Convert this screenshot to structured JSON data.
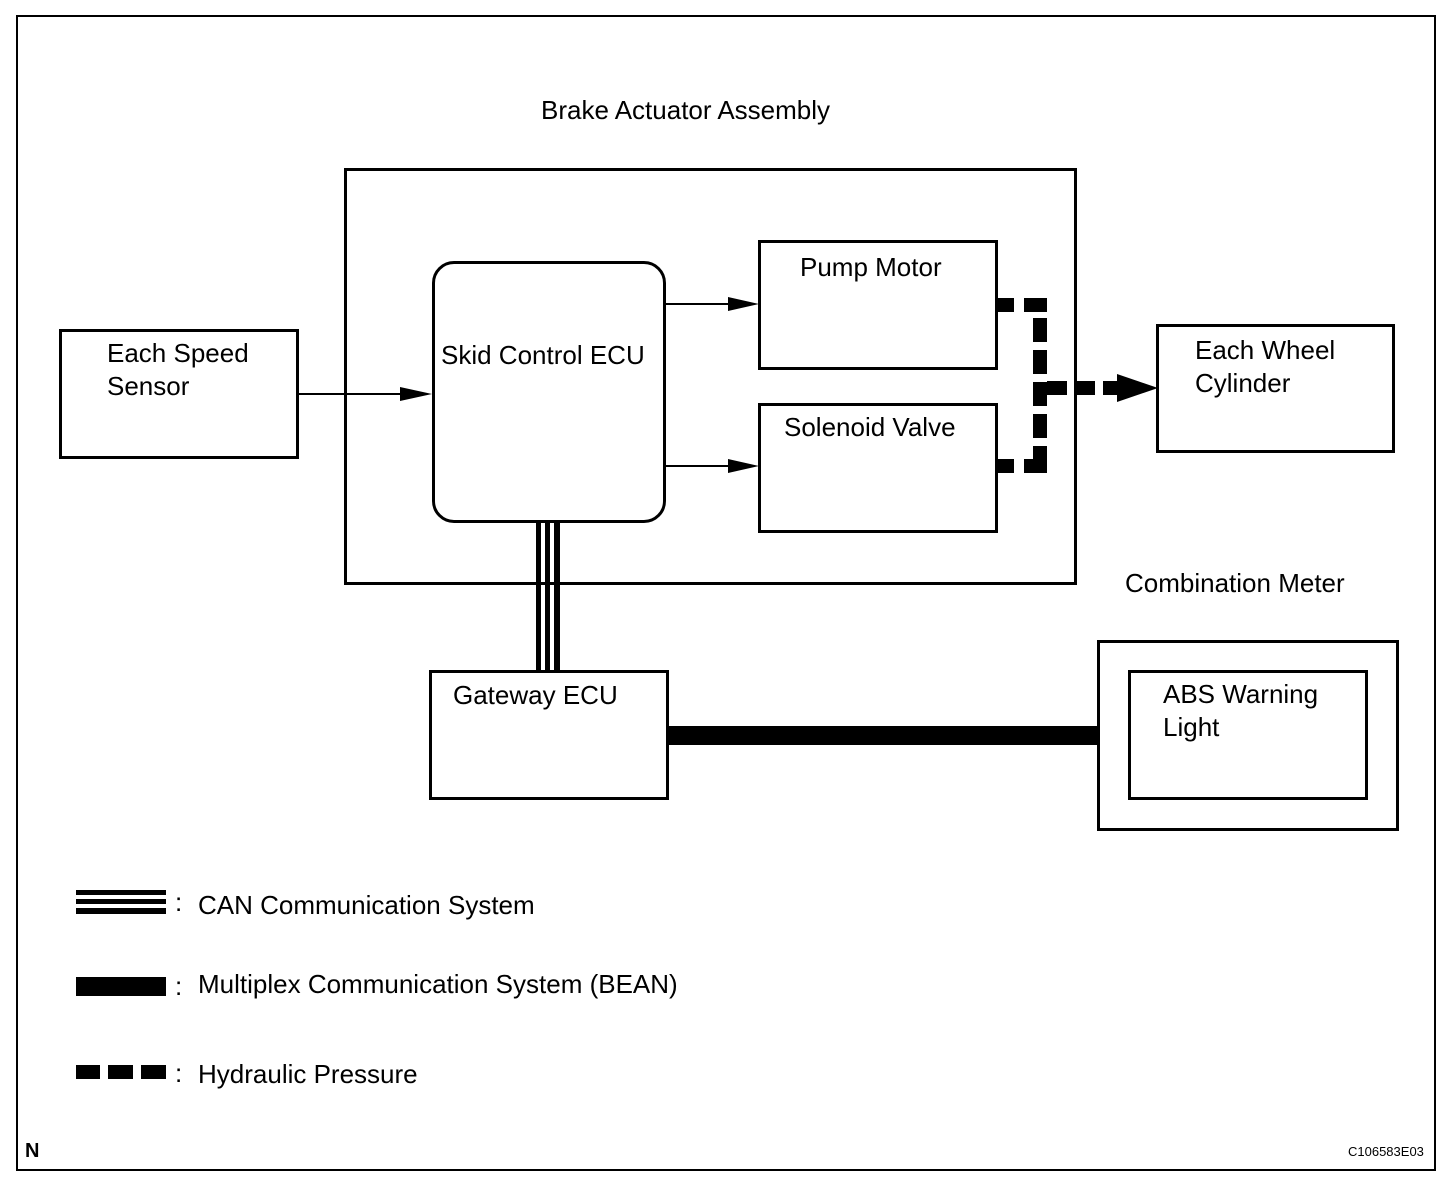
{
  "diagram": {
    "assembly_label": "Brake Actuator Assembly",
    "combination_meter_label": "Combination Meter",
    "nodes": {
      "speed_sensor": [
        "Each Speed",
        "Sensor"
      ],
      "skid_ecu": "Skid Control ECU",
      "pump_motor": "Pump Motor",
      "solenoid_valve": "Solenoid Valve",
      "wheel_cylinder": [
        "Each Wheel",
        "Cylinder"
      ],
      "gateway_ecu": "Gateway ECU",
      "abs_light": [
        "ABS Warning",
        "Light"
      ]
    },
    "legend": [
      {
        "style": "can",
        "label": "CAN Communication System"
      },
      {
        "style": "bean",
        "label": "Multiplex Communication System (BEAN)"
      },
      {
        "style": "hydraulic",
        "label": "Hydraulic Pressure"
      }
    ],
    "legend_separator": ":",
    "corner_left": "N",
    "corner_right": "C106583E03"
  }
}
